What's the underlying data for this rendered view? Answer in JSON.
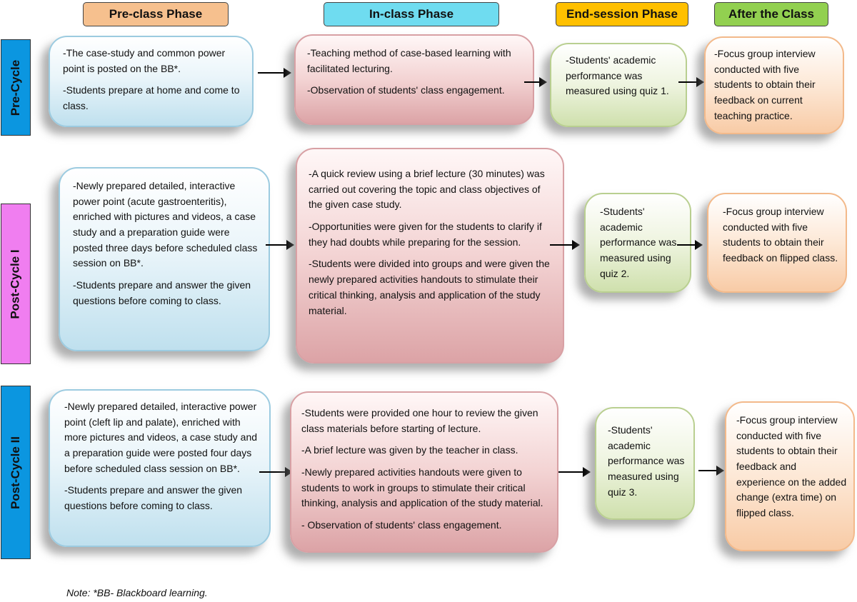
{
  "phases": [
    "Pre-class Phase",
    "In-class Phase",
    "End-session Phase",
    "After the Class"
  ],
  "colors": {
    "pre_header": "#f6c08e",
    "in_header": "#6fdcf0",
    "end_header": "#ffc000",
    "after_header": "#92d050",
    "pre_cycle_label": "#0b96e0",
    "post_cycle_1_label": "#f07ef0",
    "post_cycle_2_label": "#0b96e0"
  },
  "cycles": [
    {
      "label": "Pre-Cycle",
      "pre": [
        "-The case-study and common power point is posted on the BB*.",
        "-Students prepare at home and come to class."
      ],
      "in": [
        "-Teaching method of case-based learning with facilitated lecturing.",
        "-Observation of students' class engagement."
      ],
      "end": [
        "-Students' academic performance was measured using quiz 1."
      ],
      "after": [
        "-Focus group interview conducted with five students to obtain their feedback on current teaching practice."
      ]
    },
    {
      "label": "Post-Cycle I",
      "pre": [
        "-Newly prepared detailed, interactive power point (acute gastroenteritis), enriched with pictures and videos, a case study and a preparation guide were posted three days before scheduled class session on BB*.",
        "-Students prepare and answer the given questions before coming to class."
      ],
      "in": [
        "-A quick review using a brief lecture (30 minutes) was carried out covering the topic and class objectives of the given case study.",
        "-Opportunities were given for the students to clarify if they had doubts while preparing for the session.",
        "-Students were divided into groups and were given the newly prepared activities handouts to stimulate their critical thinking, analysis and application of the study material."
      ],
      "end": [
        "-Students' academic performance was measured using quiz 2."
      ],
      "after": [
        "-Focus group interview conducted with five students to obtain their feedback on flipped class."
      ]
    },
    {
      "label": "Post-Cycle II",
      "pre": [
        "-Newly prepared detailed, interactive power point (cleft lip and palate), enriched with more pictures and videos, a case study and a preparation guide were posted four days before scheduled class session on BB*.",
        "-Students prepare and answer the given questions before coming to class."
      ],
      "in": [
        "-Students were provided one hour to review the given class materials before starting of lecture.",
        "-A brief lecture was given by the teacher in class.",
        "-Newly prepared activities handouts were given to students to work in groups to stimulate their critical thinking, analysis and application of the study material.",
        "- Observation of students' class engagement."
      ],
      "end": [
        "-Students' academic performance was measured using quiz 3."
      ],
      "after": [
        "-Focus group interview conducted with five students to obtain their feedback and experience on the added change (extra time) on flipped class."
      ]
    }
  ],
  "note": "Note: *BB- Blackboard learning."
}
